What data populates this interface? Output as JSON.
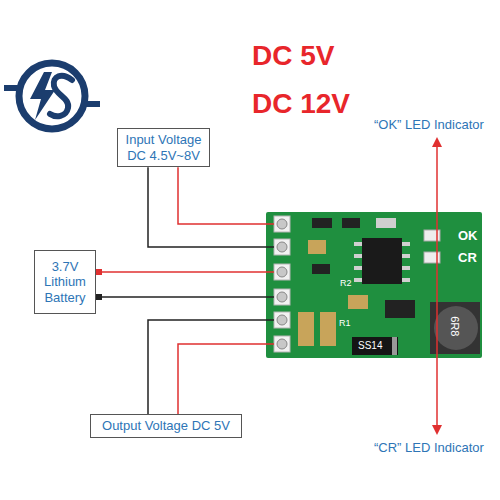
{
  "diagram": {
    "nodes": [
      {
        "text": [
          "Input Voltage",
          "DC 4.5V~8V"
        ]
      },
      {
        "text": [
          "3.7V Lithium Battery"
        ]
      },
      {
        "text": [
          "Output Voltage DC 5V"
        ]
      }
    ],
    "labels": [
      "DC 5V",
      "DC 12V",
      "“OK” LED Indicator",
      "“CR” LED Indicator",
      "OK",
      "CR",
      "R2",
      "R1",
      "SS14",
      "6R8"
    ]
  }
}
